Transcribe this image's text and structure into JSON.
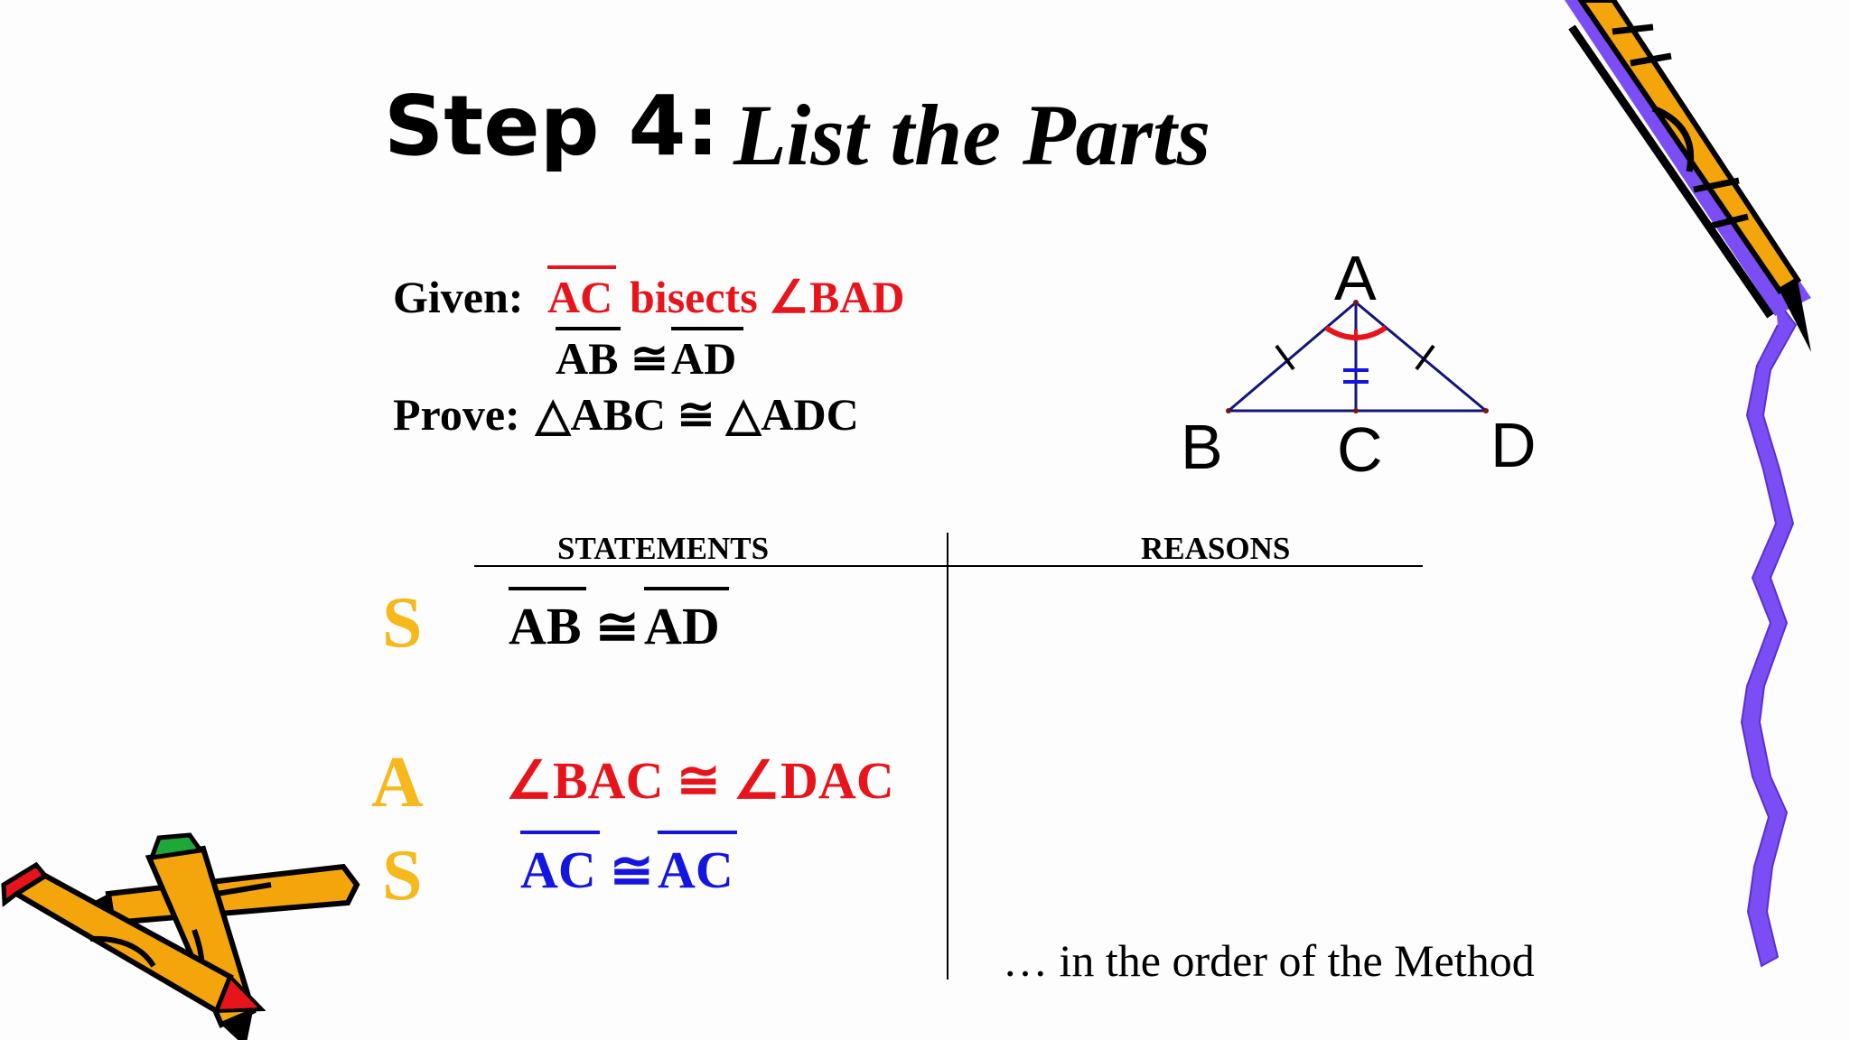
{
  "title": {
    "step": "Step 4:",
    "subtitle": "List the Parts"
  },
  "given": {
    "label": "Given:",
    "segment1": "AC",
    "bisects_text": "bisects ∠BAD",
    "seg_ab": "AB",
    "seg_ad": "AD",
    "cong": "≅"
  },
  "prove": {
    "label": "Prove:",
    "statement": "△ABC ≅ △ADC"
  },
  "diagram": {
    "A": "A",
    "B": "B",
    "C": "C",
    "D": "D"
  },
  "table": {
    "statements_header": "STATEMENTS",
    "reasons_header": "REASONS",
    "rows": [
      {
        "letter": "S",
        "left": "AB",
        "cong": "≅",
        "right": "AD"
      },
      {
        "letter": "A",
        "text": "∠BAC ≅ ∠DAC"
      },
      {
        "letter": "S",
        "left": "AC",
        "cong": "≅",
        "right": "AC"
      }
    ],
    "note": "… in the order of the Method"
  },
  "colors": {
    "red": "#e8141b",
    "blue": "#1515e0",
    "gold": "#f6b81b",
    "purple": "#7b4df5",
    "navy": "#14147a"
  }
}
